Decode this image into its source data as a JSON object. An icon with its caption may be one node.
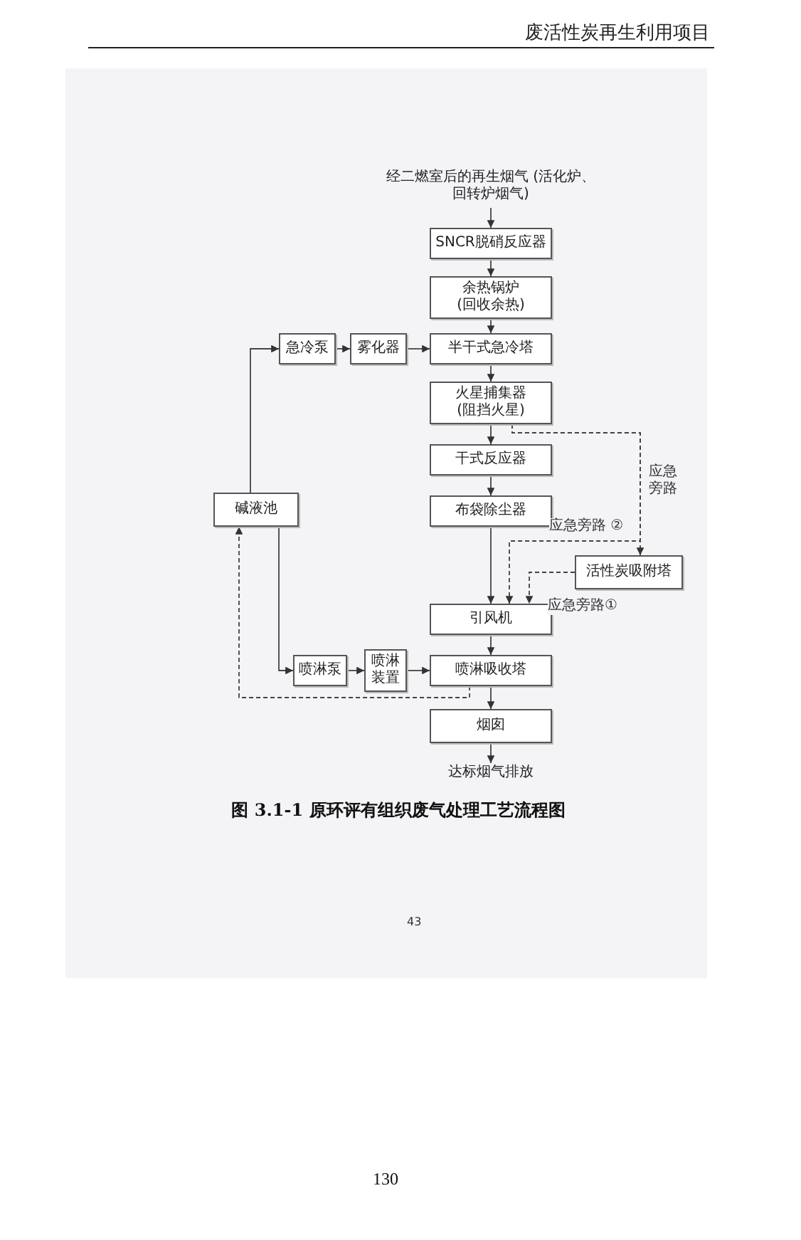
{
  "diagram": {
    "caption": "图 3.1-1 原环评有组织废气处理工艺流程图",
    "nodes": [
      {
        "text": [
          "经二燃室后的再生烟气 (活化炉、回转炉烟气)"
        ]
      },
      {
        "text": [
          "SNCR脱硝反应器"
        ]
      },
      {
        "text": [
          "余热锅炉 (回收余热)"
        ]
      },
      {
        "text": [
          "急冷泵"
        ]
      },
      {
        "text": [
          "雾化器"
        ]
      },
      {
        "text": [
          "半干式急冷塔"
        ]
      },
      {
        "text": [
          "火星捕集器 (阻挡火星)"
        ]
      },
      {
        "text": [
          "干式反应器"
        ]
      },
      {
        "text": [
          "布袋除尘器"
        ]
      },
      {
        "text": [
          "碱液池"
        ]
      },
      {
        "text": [
          "活性炭吸附塔"
        ]
      },
      {
        "text": [
          "引风机"
        ]
      },
      {
        "text": [
          "喷淋泵"
        ]
      },
      {
        "text": [
          "喷淋装置"
        ]
      },
      {
        "text": [
          "喷淋吸收塔"
        ]
      },
      {
        "text": [
          "烟囱"
        ]
      },
      {
        "text": [
          "达标烟气排放"
        ]
      }
    ],
    "edges": [
      {
        "from": 0,
        "to": 1,
        "arrow": "to"
      },
      {
        "from": 1,
        "to": 2,
        "arrow": "to"
      },
      {
        "from": 2,
        "to": 5,
        "arrow": "to"
      },
      {
        "from": 9,
        "to": 3,
        "arrow": "to"
      },
      {
        "from": 3,
        "to": 4,
        "arrow": "to"
      },
      {
        "from": 4,
        "to": 5,
        "arrow": "to"
      },
      {
        "from": 5,
        "to": 6,
        "arrow": "to"
      },
      {
        "from": 6,
        "to": 7,
        "arrow": "to"
      },
      {
        "from": 7,
        "to": 8,
        "arrow": "to"
      },
      {
        "from": 6,
        "to": 10,
        "arrow": "to",
        "style": "dashed",
        "label": "应急旁路"
      },
      {
        "from": 6,
        "to": 11,
        "arrow": "to",
        "style": "dashed",
        "label": "应急旁路 ②"
      },
      {
        "from": 8,
        "to": 11,
        "arrow": "to"
      },
      {
        "from": 10,
        "to": 11,
        "arrow": "to",
        "style": "dashed",
        "label": "应急旁路①"
      },
      {
        "from": 11,
        "to": 14,
        "arrow": "to"
      },
      {
        "from": 9,
        "to": 12,
        "arrow": "to"
      },
      {
        "from": 12,
        "to": 13,
        "arrow": "to"
      },
      {
        "from": 13,
        "to": 14,
        "arrow": "to"
      },
      {
        "from": 14,
        "to": 9,
        "arrow": "to",
        "style": "dashed"
      },
      {
        "from": 14,
        "to": 15,
        "arrow": "to"
      },
      {
        "from": 15,
        "to": 16,
        "arrow": "to"
      }
    ],
    "labels": [
      "废活性炭再生利用项目",
      "43",
      "130"
    ]
  }
}
